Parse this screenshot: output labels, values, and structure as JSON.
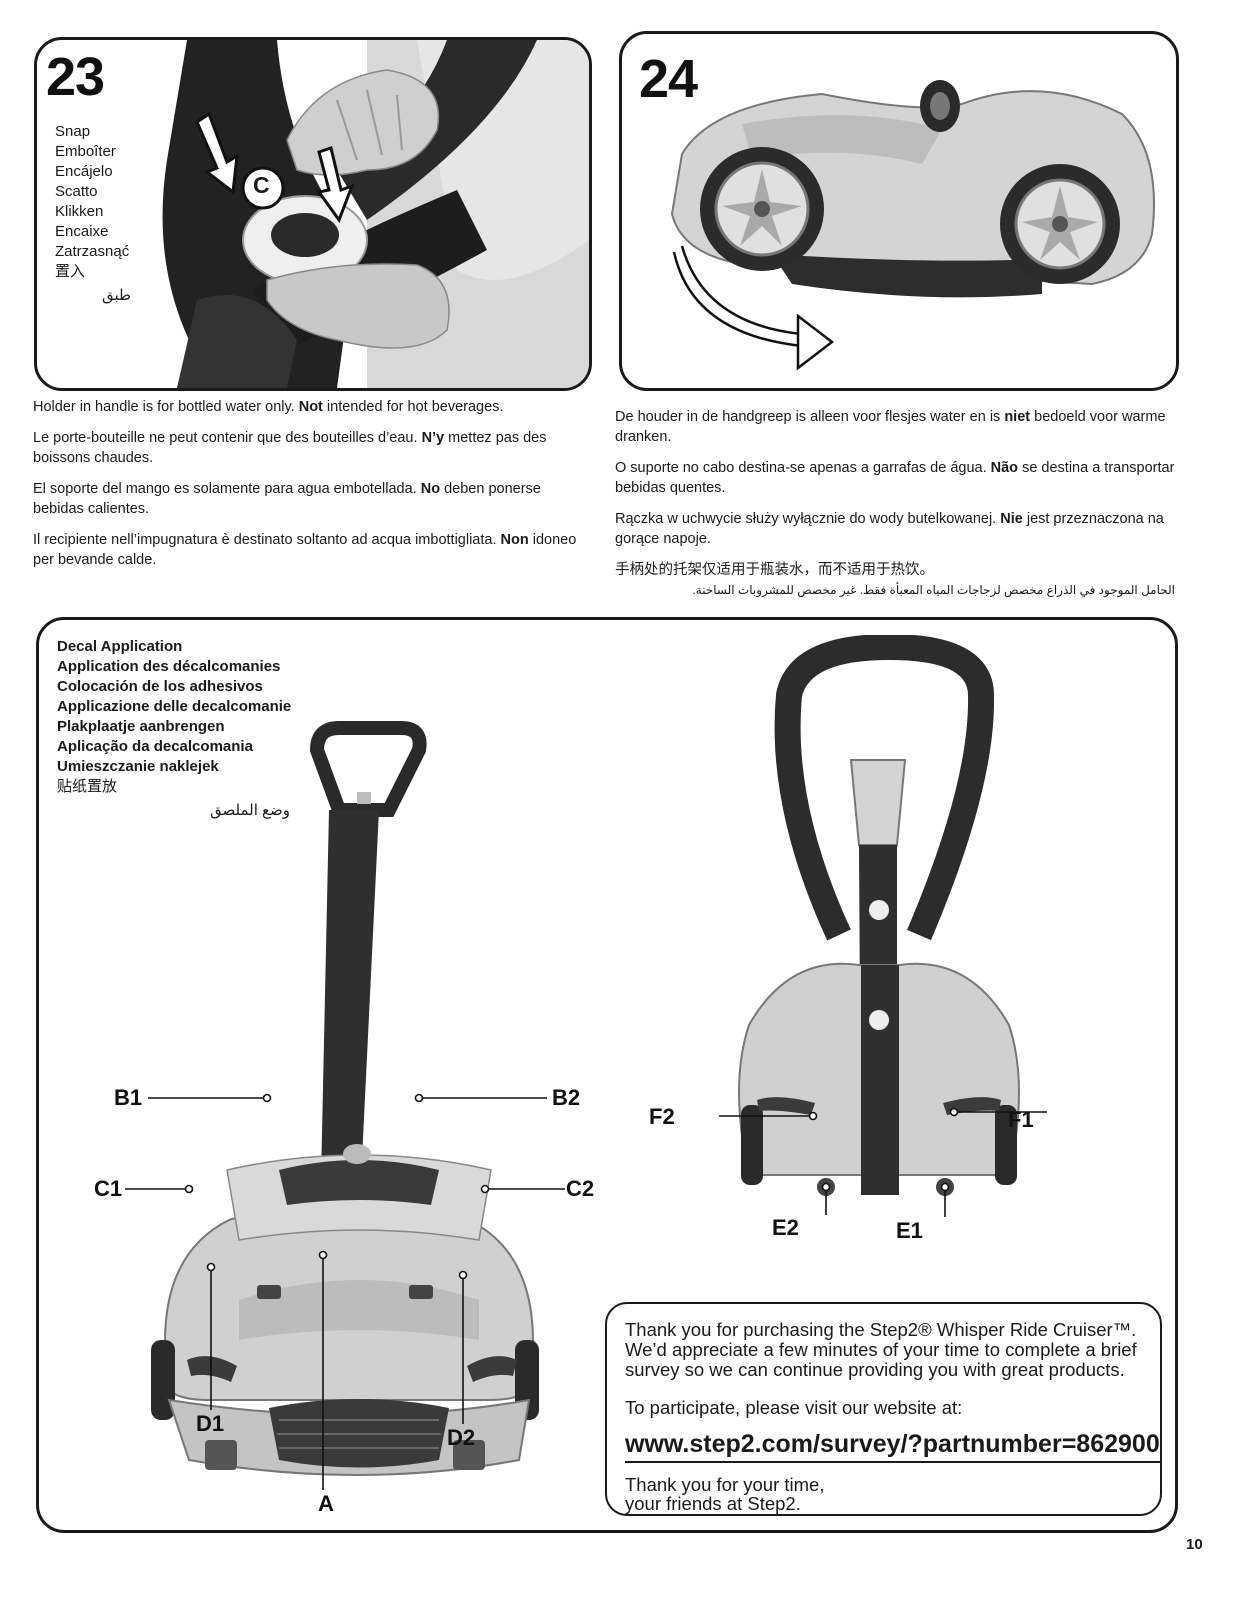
{
  "step23": {
    "number": "23",
    "part_label": "C",
    "snap_words": [
      "Snap",
      "Emboîter",
      "Encájelo",
      "Scatto",
      "Klikken",
      "Encaixe",
      "Zatrzasnąć",
      "置入"
    ],
    "snap_arabic": "طبق"
  },
  "step24": {
    "number": "24"
  },
  "notes_left": [
    {
      "before": "Holder in handle is for bottled water only. ",
      "bold": "Not",
      "after": " intended for hot beverages."
    },
    {
      "before": "Le porte-bouteille ne peut contenir que des bouteilles d’eau. ",
      "bold": "N’y",
      "after": " mettez pas des boissons chaudes."
    },
    {
      "before": "El soporte del mango es solamente para agua embotellada. ",
      "bold": "No",
      "after": " deben ponerse bebidas calientes."
    },
    {
      "before": "Il recipiente nell’impugnatura è destinato soltanto ad acqua imbottigliata.  ",
      "bold": "Non",
      "after": " idoneo per bevande calde."
    }
  ],
  "notes_right": [
    {
      "before": "De houder in de handgreep is alleen voor flesjes water en is ",
      "bold": "niet",
      "after": " bedoeld voor warme dranken."
    },
    {
      "before": "O suporte no cabo destina-se apenas a garrafas de água. ",
      "bold": "Não",
      "after": " se destina a transportar bebidas quentes."
    },
    {
      "before": "Rączka w uchwycie służy wyłącznie do wody butelkowanej. ",
      "bold": "Nie",
      "after": " jest przeznaczona na gorące napoje."
    }
  ],
  "note_chinese": "手柄处的托架仅适用于瓶装水，而不适用于热饮。",
  "note_arabic": "الحامل الموجود في الذراع مخصص لزجاجات المياه المعبأة فقط. غير مخصص للمشروبات الساخنة.",
  "decal": {
    "titles": [
      "Decal Application",
      "Application des décalcomanies",
      "Colocación de los adhesivos",
      "Applicazione delle decalcomanie",
      "Plakplaatje aanbrengen",
      "Aplicação da decalcomania",
      "Umieszczanie naklejek"
    ],
    "title_chinese": "贴纸置放",
    "title_arabic": "وضع الملصق",
    "front_callouts": {
      "B1": "B1",
      "B2": "B2",
      "C1": "C1",
      "C2": "C2",
      "D1": "D1",
      "D2": "D2",
      "A": "A"
    },
    "rear_callouts": {
      "F1": "F1",
      "F2": "F2",
      "E1": "E1",
      "E2": "E2"
    }
  },
  "survey": {
    "intro": "Thank you for purchasing the Step2® Whisper Ride Cruiser™. We’d appreciate a few minutes of your time to complete a brief survey so we can continue providing you with great products.",
    "participate": "To participate, please visit our website at:",
    "url": "www.step2.com/survey/?partnumber=862900",
    "thanks_line1": "Thank you for your time,",
    "thanks_line2": "your friends at Step2."
  },
  "page_number": "10"
}
